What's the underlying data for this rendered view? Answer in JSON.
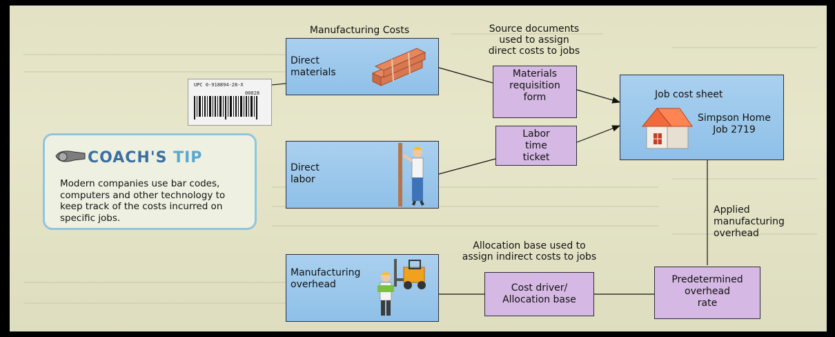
{
  "headings": {
    "manufacturing_costs": "Manufacturing Costs",
    "source_documents": "Source documents\nused to assign\ndirect costs to jobs",
    "allocation_base": "Allocation base used to\nassign indirect costs to jobs"
  },
  "cost_boxes": {
    "direct_materials": "Direct\nmaterials",
    "direct_labor": "Direct\nlabor",
    "manufacturing_overhead": "Manufacturing\noverhead"
  },
  "documents": {
    "materials_requisition": "Materials\nrequisition\nform",
    "labor_time_ticket": "Labor\ntime\nticket",
    "cost_driver": "Cost driver/\nAllocation base",
    "predetermined_rate": "Predetermined\noverhead\nrate"
  },
  "job_cost_sheet": {
    "title": "Job cost sheet",
    "job_name": "Simpson Home\nJob 2719"
  },
  "applied_overhead_label": "Applied\nmanufacturing\noverhead",
  "coach_tip": {
    "title_part1": "COACH'S",
    "title_part2": "TIP",
    "text": "Modern companies use bar codes, computers and other technology to keep track of the costs incurred on specific jobs."
  },
  "barcode": {
    "upc": "UPC  0-918894-28-X",
    "number": "00028"
  },
  "colors": {
    "blue_box": "#9cc8ec",
    "purple_box": "#d5b8e3",
    "coach_accent": "#3b6fa0",
    "coach_tip_color": "#5aa7cf"
  },
  "icons": [
    "whistle-icon",
    "lumber-icon",
    "worker-icon",
    "forklift-icon",
    "engineer-icon",
    "house-icon",
    "barcode-icon"
  ]
}
